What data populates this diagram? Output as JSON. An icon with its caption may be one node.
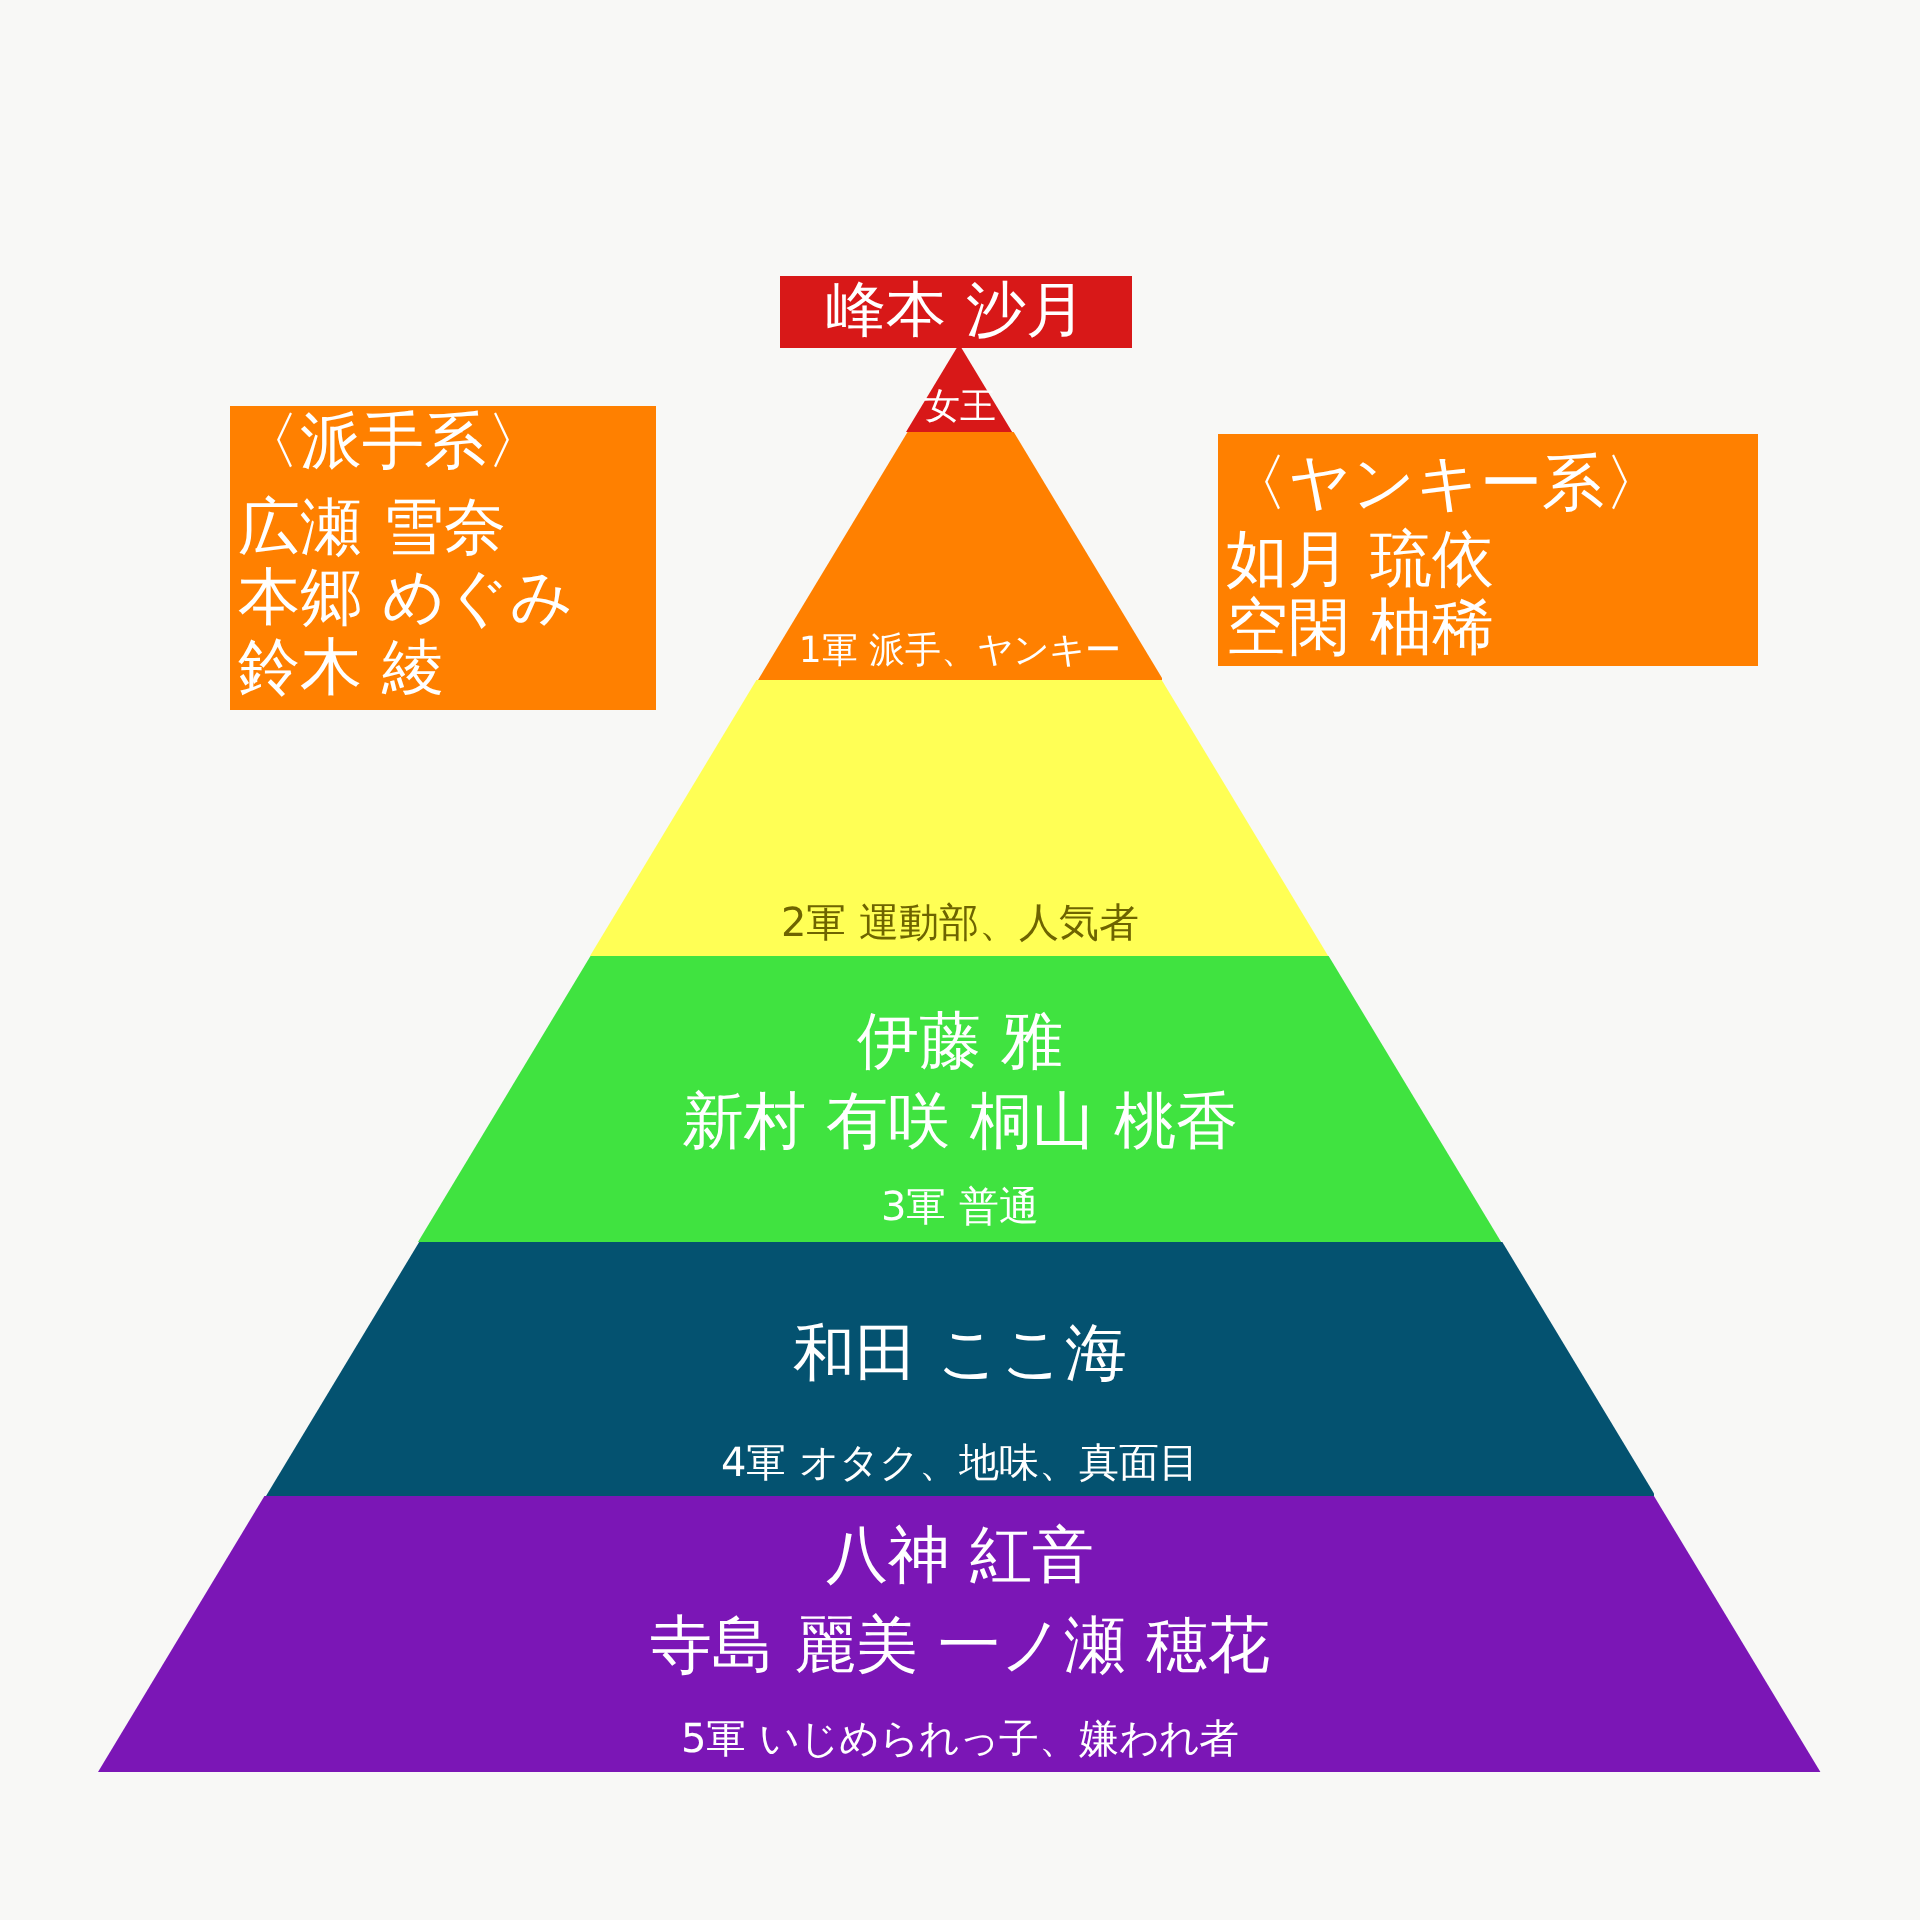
{
  "diagram": {
    "nodes": [
      {
        "text": [
          "峰本 沙月"
        ]
      },
      {
        "text": [
          "〈派手系〉",
          "広瀬 雪奈",
          "本郷 めぐみ",
          "鈴木 綾"
        ]
      },
      {
        "text": [
          "女王"
        ]
      },
      {
        "text": [
          "〈ヤンキー系〉",
          "如月 琉依",
          "空閑 柚稀"
        ]
      },
      {
        "text": [
          "1軍 派手、ヤンキー"
        ]
      },
      {
        "text": [
          "2軍 運動部、人気者"
        ]
      },
      {
        "text": [
          "伊藤 雅",
          "新村 有咲 桐山 桃香",
          "3軍 普通"
        ]
      },
      {
        "text": [
          "和田 ここ海",
          "4軍 オタク、地味、真面目"
        ]
      },
      {
        "text": [
          "八神 紅音",
          "寺島 麗美 一ノ瀬 穂花",
          "5軍 いじめられっ子、嫌われ者"
        ]
      }
    ],
    "edges": []
  }
}
